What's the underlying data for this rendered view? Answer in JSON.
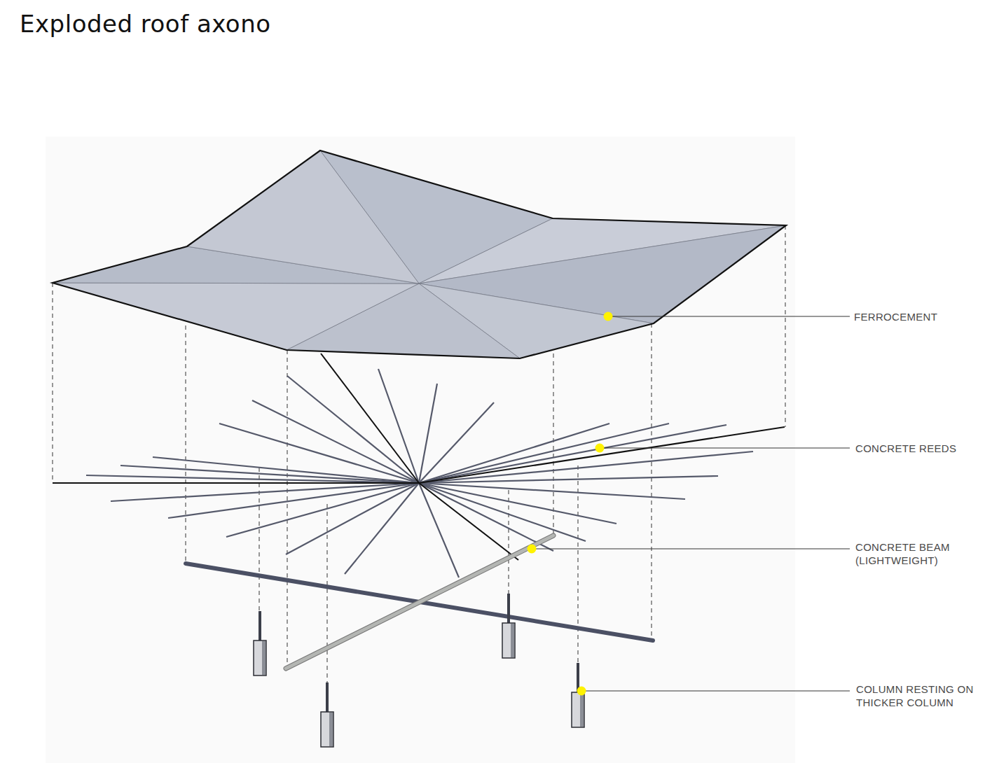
{
  "diagram": {
    "title": "Exploded roof axono",
    "labels": [
      "FERROCEMENT",
      "CONCRETE REEDS",
      "CONCRETE BEAM (LIGHTWEIGHT)",
      "COLUMN RESTING ON THICKER COLUMN"
    ]
  }
}
